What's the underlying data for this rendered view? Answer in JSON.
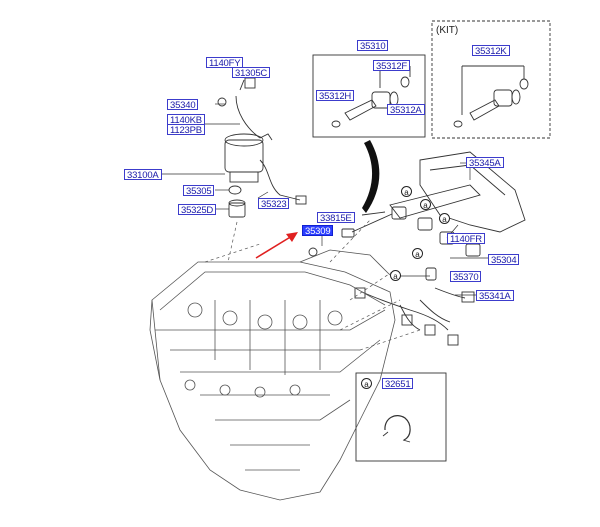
{
  "kit_label": "(KIT)",
  "callout_symbol": "a",
  "labels": {
    "p35310": "35310",
    "p35312k": "35312K",
    "p35312f": "35312F",
    "p35312h": "35312H",
    "p35312a": "35312A",
    "p1140fy": "1140FY",
    "p31305c": "31305C",
    "p35340": "35340",
    "p1140kb": "1140KB",
    "p1123pb": "1123PB",
    "p33100a": "33100A",
    "p35305": "35305",
    "p35325d": "35325D",
    "p35323": "35323",
    "p33815e": "33815E",
    "p35309": "35309",
    "p35345a": "35345A",
    "p1140fr": "1140FR",
    "p35304": "35304",
    "p35370": "35370",
    "p35341a": "35341A",
    "p32651": "32651"
  },
  "colors": {
    "label_text": "#1a1aa8",
    "label_border": "#3c3ccc",
    "selected_fill": "#2a3dff",
    "pointer_arrow": "#e02020"
  }
}
